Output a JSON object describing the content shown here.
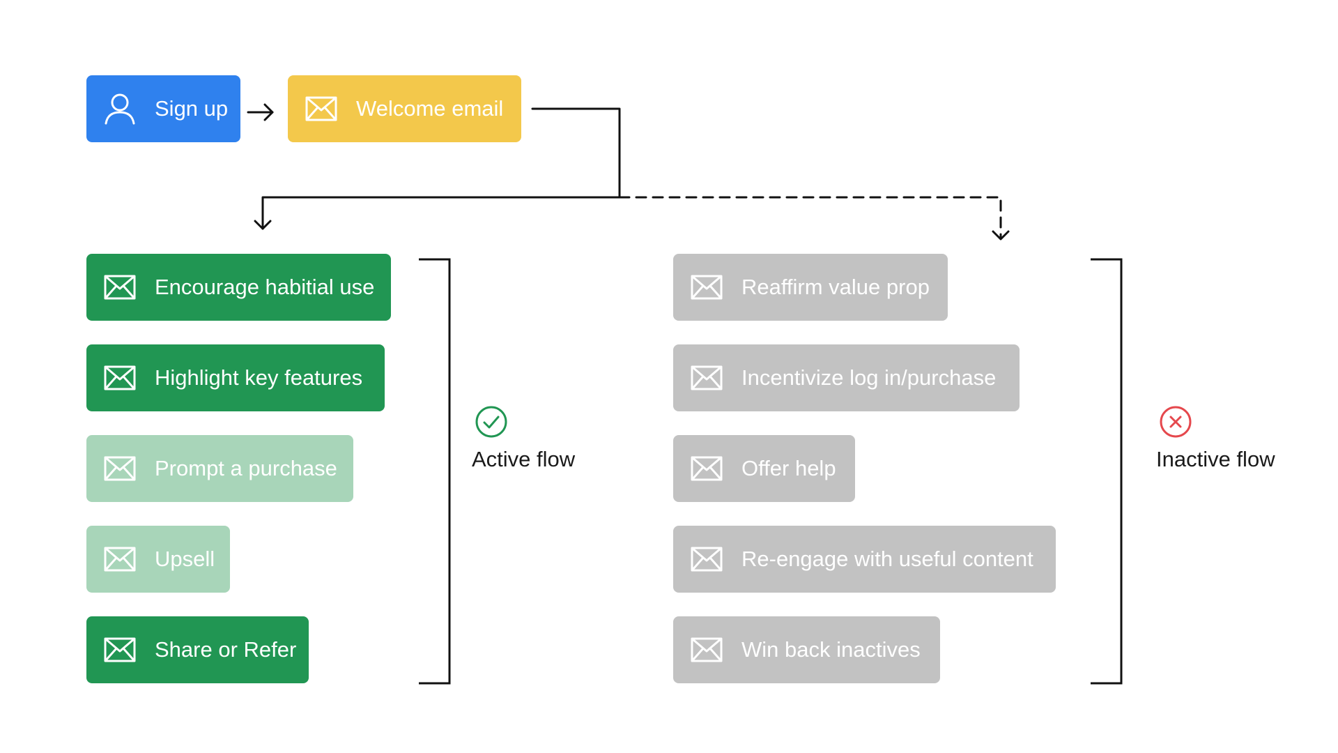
{
  "colors": {
    "blue": "#2f81ee",
    "yellow": "#f3c84b",
    "green": "#219653",
    "green_light": "#a8d5b9",
    "gray": "#c2c2c2",
    "connector": "#111111",
    "success": "#219653",
    "error": "#e5484d"
  },
  "top": {
    "signup": {
      "label": "Sign up",
      "icon": "user-icon"
    },
    "welcome": {
      "label": "Welcome email",
      "icon": "envelope-icon"
    }
  },
  "active": {
    "label": "Active flow",
    "status_icon": "check-circle-icon",
    "items": [
      {
        "label": "Encourage habitial use",
        "icon": "envelope-icon",
        "state": "enabled"
      },
      {
        "label": "Highlight key features",
        "icon": "envelope-icon",
        "state": "enabled"
      },
      {
        "label": "Prompt a purchase",
        "icon": "envelope-icon",
        "state": "faded"
      },
      {
        "label": "Upsell",
        "icon": "envelope-icon",
        "state": "faded"
      },
      {
        "label": "Share or Refer",
        "icon": "envelope-icon",
        "state": "enabled"
      }
    ]
  },
  "inactive": {
    "label": "Inactive flow",
    "status_icon": "x-circle-icon",
    "items": [
      {
        "label": "Reaffirm value prop",
        "icon": "envelope-icon",
        "state": "disabled"
      },
      {
        "label": "Incentivize log in/purchase",
        "icon": "envelope-icon",
        "state": "disabled"
      },
      {
        "label": "Offer help",
        "icon": "envelope-icon",
        "state": "disabled"
      },
      {
        "label": "Re-engage with useful content",
        "icon": "envelope-icon",
        "state": "disabled"
      },
      {
        "label": "Win back inactives",
        "icon": "envelope-icon",
        "state": "disabled"
      }
    ]
  }
}
